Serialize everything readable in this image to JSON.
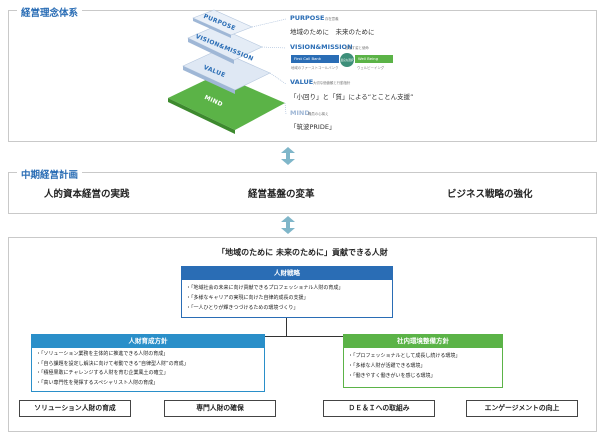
{
  "philosophy": {
    "title": "経営理念体系",
    "layers": [
      "PURPOSE",
      "VISION&MISSION",
      "VALUE",
      "MIND"
    ],
    "purpose": {
      "head": "PURPOSE",
      "sub": "存在意義",
      "text": "地域のために　未来のために"
    },
    "vision": {
      "head": "VISION&MISSION",
      "sub": "目指す姿と使命",
      "left_badge": "First Call Bank",
      "left_sub": "地域のファーストコールバンク",
      "center": "最良な選択",
      "right_badge": "Well Being",
      "right_sub": "ウェルビーイング"
    },
    "value": {
      "head": "VALUE",
      "sub": "大切な価値観と行動指針",
      "text": "「小回り」と「質」による“とことん支援”"
    },
    "mind": {
      "head": "MIND",
      "sub": "職員の心構え",
      "text": "「筑波PRIDE」"
    },
    "colors": {
      "blue": "#2a6db5",
      "green": "#5bb347"
    }
  },
  "midterm": {
    "title": "中期経営計画",
    "items": [
      "人的資本経営の実践",
      "経営基盤の変革",
      "ビジネス戦略の強化"
    ]
  },
  "hr": {
    "title": "「地域のために 未来のために」貢献できる人財",
    "strategy": {
      "head": "人財戦略",
      "items": [
        "・「地域社会の未来に向け貢献できるプロフェッショナル人財の育成」",
        "・「多様なキャリアの実現に向けた自律的成長の支援」",
        "・「一人ひとりが輝きつづけるための環境づくり」"
      ]
    },
    "training": {
      "head": "人財育成方針",
      "items": [
        "・「ソリューション業務を主体的に推進できる人財の育成」",
        "・「自ら課題を設定し解決に向けて考動できる“自律型人財”の育成」",
        "・「積極果敢にチャレンジする人財を育む企業風土の確立」",
        "・「高い専門性を発揮するスペシャリスト人財の育成」"
      ]
    },
    "environment": {
      "head": "社内環境整備方針",
      "items": [
        "・「プロフェッショナルとして成長し続ける環境」",
        "・「多様な人財が活躍できる環境」",
        "・「働きやすく働きがいを感じる環境」"
      ]
    },
    "bottom": [
      "ソリューション人財の育成",
      "専門人財の確保",
      "ＤＥ＆Ｉへの取組み",
      "エンゲージメントの向上"
    ]
  }
}
